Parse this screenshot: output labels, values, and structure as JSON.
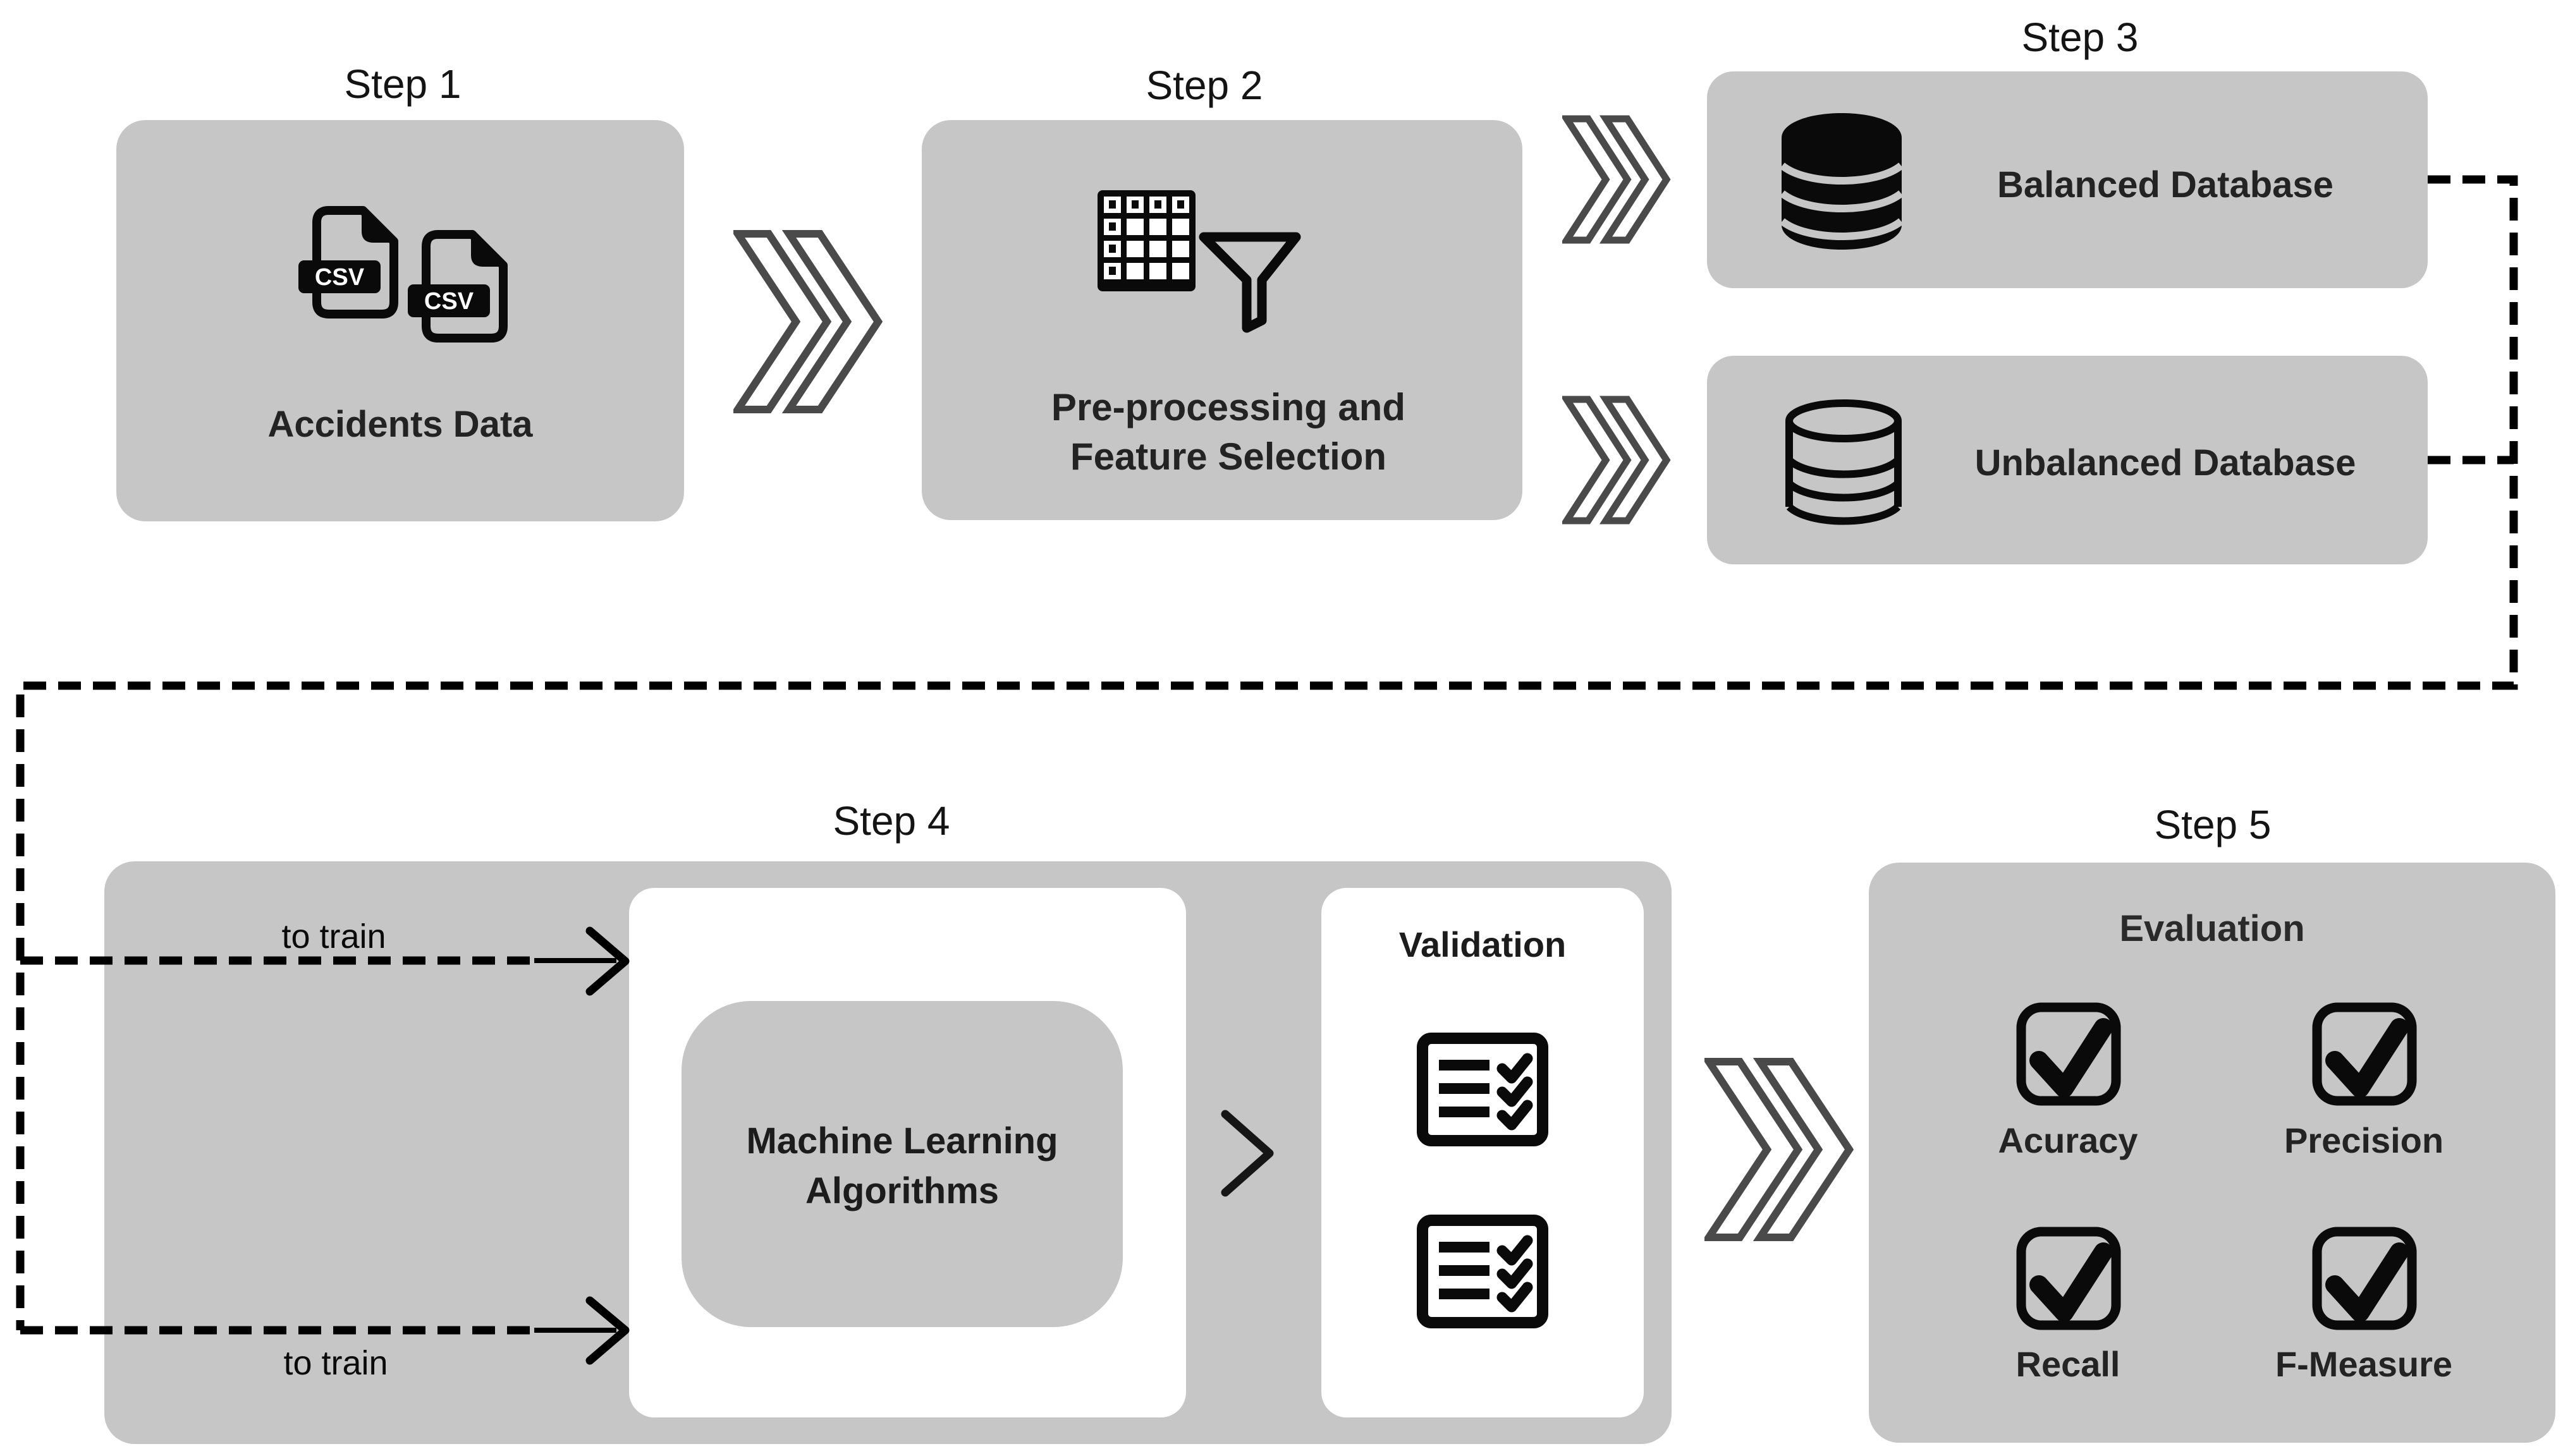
{
  "steps": {
    "step1": {
      "label": "Step 1",
      "title": "Accidents Data"
    },
    "step2": {
      "label": "Step 2",
      "title": "Pre-processing and Feature Selection"
    },
    "step3": {
      "label": "Step 3",
      "balanced": "Balanced Database",
      "unbalanced": "Unbalanced Database"
    },
    "step4": {
      "label": "Step 4",
      "ml": "Machine Learning Algorithms",
      "validation": "Validation",
      "to_train_top": "to train",
      "to_train_bottom": "to train"
    },
    "step5": {
      "label": "Step 5",
      "title": "Evaluation",
      "metrics": [
        "Acuracy",
        "Precision",
        "Recall",
        "F-Measure"
      ]
    }
  },
  "icons": {
    "csv_label": "CSV",
    "step1": "csv-file-icons",
    "step2": [
      "data-table-icon",
      "filter-funnel-icon"
    ],
    "step3_balanced": "database-filled-icon",
    "step3_unbalanced": "database-outline-icon",
    "step4_validation": "checklist-icon",
    "step5_metric": "checkbox-checked-icon",
    "flow": "double-chevron-icon"
  },
  "colors": {
    "box_fill": "#c6c6c6",
    "chevron_stroke": "#4a4a4a",
    "icon_black": "#0a0a0a",
    "text": "#232323",
    "connector": "#000000",
    "white": "#ffffff"
  }
}
